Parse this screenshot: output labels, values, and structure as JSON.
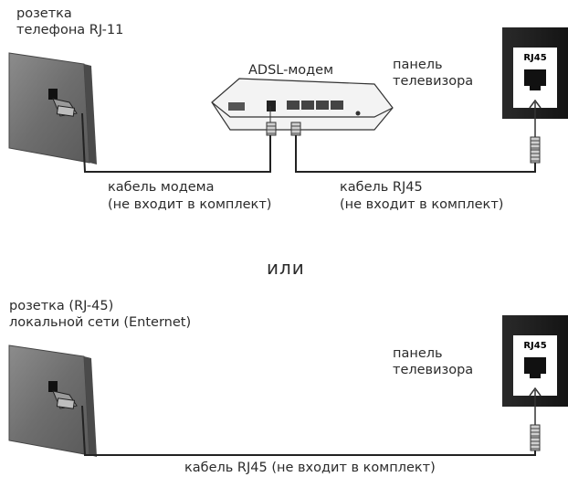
{
  "top": {
    "wall_label_1": "розетка",
    "wall_label_2": "телефона RJ-11",
    "modem_label": "ADSL-модем",
    "tv_label_1": "панель",
    "tv_label_2": "телевизора",
    "tv_port_label": "RJ45",
    "cable_modem_1": "кабель модема",
    "cable_modem_2": "(не входит в комплект)",
    "cable_rj45_1": "кабель RJ45",
    "cable_rj45_2": "(не входит в комплект)"
  },
  "separator": "или",
  "bottom": {
    "wall_label_1": "розетка (RJ-45)",
    "wall_label_2": "локальной сети (Enternet)",
    "tv_label_1": "панель",
    "tv_label_2": "телевизора",
    "tv_port_label": "RJ45",
    "cable_label": "кабель RJ45 (не входит в комплект)"
  }
}
